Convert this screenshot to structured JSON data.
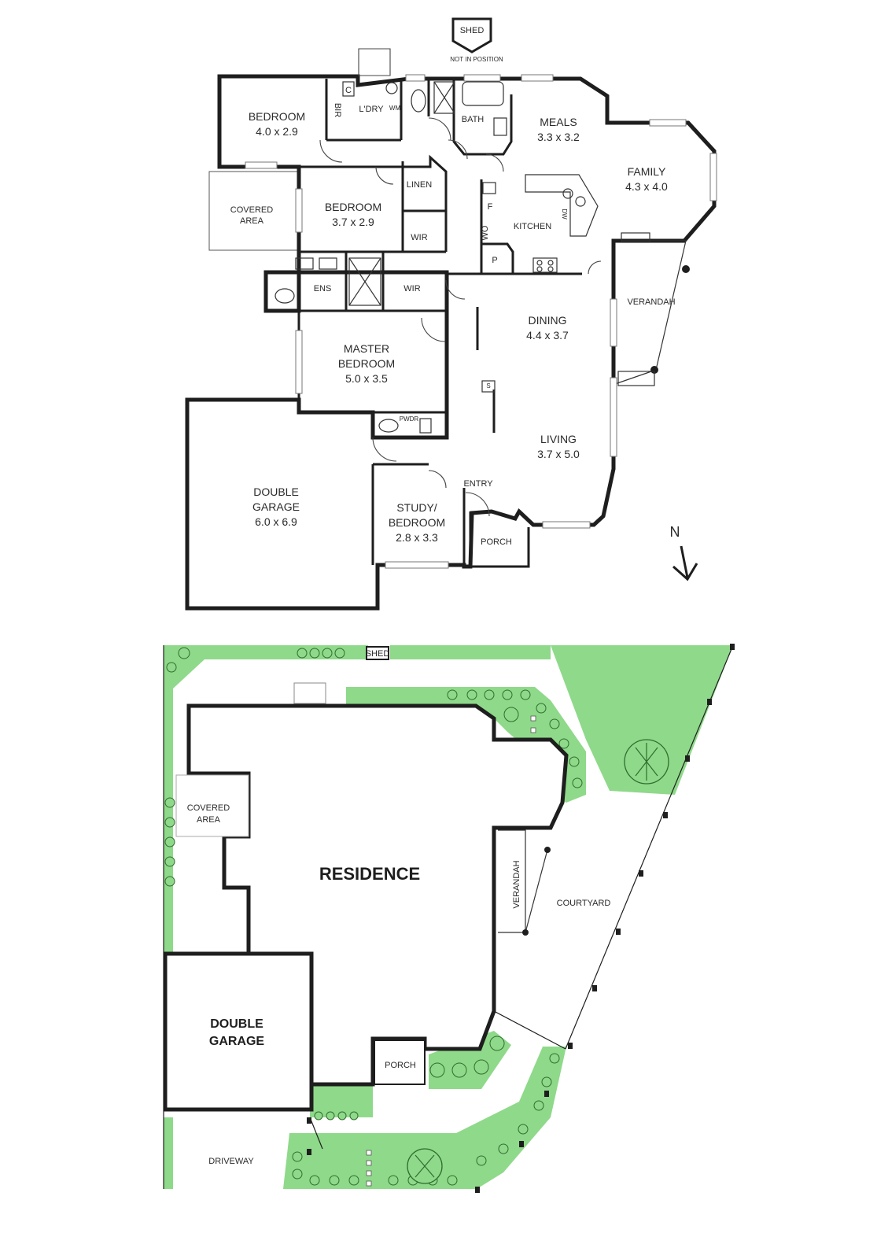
{
  "floor_plan": {
    "rooms": {
      "bedroom1": {
        "name": "BEDROOM",
        "dims": "4.0 x 2.9"
      },
      "bedroom2": {
        "name": "BEDROOM",
        "dims": "3.7 x 2.9"
      },
      "master": {
        "name1": "MASTER",
        "name2": "BEDROOM",
        "dims": "5.0 x 3.5"
      },
      "meals": {
        "name": "MEALS",
        "dims": "3.3 x 3.2"
      },
      "family": {
        "name": "FAMILY",
        "dims": "4.3 x 4.0"
      },
      "dining": {
        "name": "DINING",
        "dims": "4.4 x 3.7"
      },
      "living": {
        "name": "LIVING",
        "dims": "3.7 x 5.0"
      },
      "garage": {
        "name1": "DOUBLE",
        "name2": "GARAGE",
        "dims": "6.0 x 6.9"
      },
      "study": {
        "name1": "STUDY/",
        "name2": "BEDROOM",
        "dims": "2.8 x 3.3"
      }
    },
    "labels": {
      "bath": "BATH",
      "laundry": "L'DRY",
      "wm": "WM",
      "c": "C",
      "bir": "BIR",
      "linen": "LINEN",
      "wir1": "WIR",
      "wir2": "WIR",
      "ens": "ENS",
      "pwdr": "PWDR",
      "kitchen": "KITCHEN",
      "f": "F",
      "wo": "WO",
      "p": "P",
      "dw": "DW",
      "s": "S",
      "entry": "ENTRY",
      "porch": "PORCH",
      "verandah": "VERANDAH",
      "covered_area_1": "COVERED",
      "covered_area_2": "AREA",
      "shed": "SHED",
      "not_in_position": "NOT IN POSITION"
    },
    "north": "N"
  },
  "site_plan": {
    "labels": {
      "residence": "RESIDENCE",
      "garage1": "DOUBLE",
      "garage2": "GARAGE",
      "covered1": "COVERED",
      "covered2": "AREA",
      "verandah": "VERANDAH",
      "courtyard": "COURTYARD",
      "porch": "PORCH",
      "driveway": "DRIVEWAY",
      "shed": "SHED"
    }
  },
  "colors": {
    "garden": "#8fd98a",
    "wall": "#1e1e1e",
    "shrub_outline": "#2f6e2d"
  }
}
